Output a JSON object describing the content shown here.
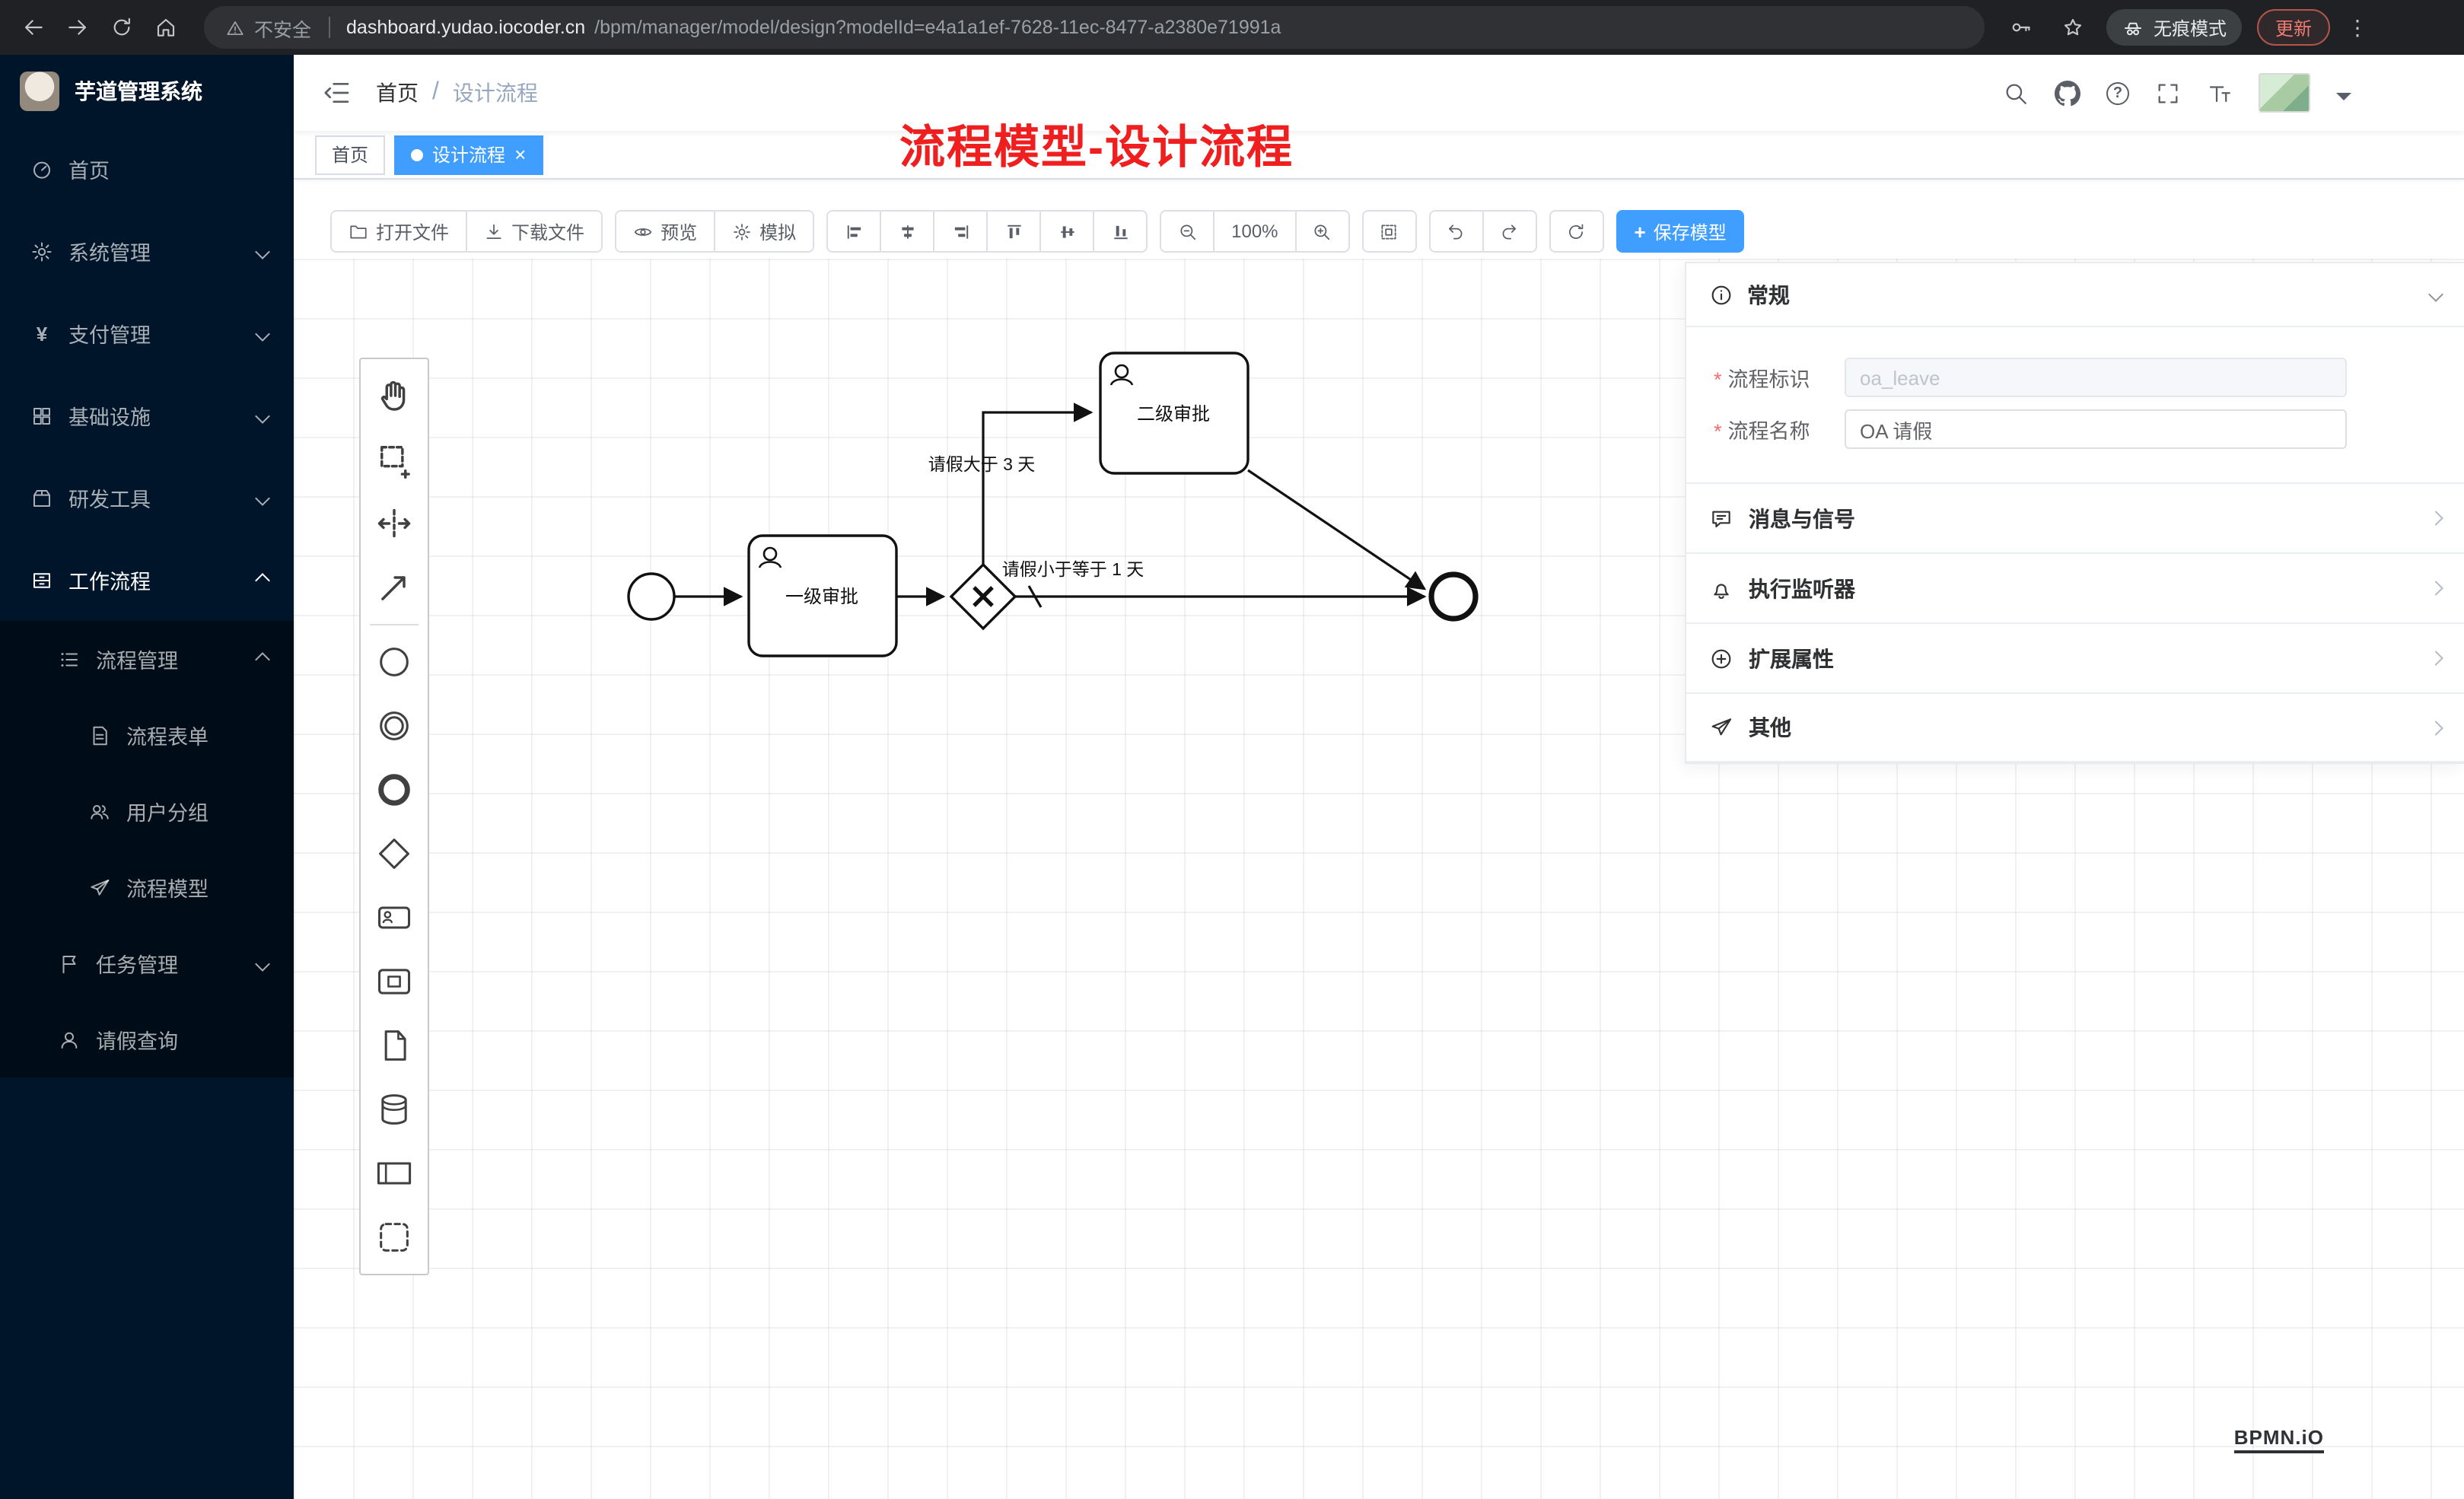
{
  "colors": {
    "accent": "#409eff",
    "annotation_red": "#f01f1f",
    "sidebar_bg": "#001529",
    "submenu_bg": "#000c17"
  },
  "browser": {
    "security_label": "不安全",
    "url_host": "dashboard.yudao.iocoder.cn",
    "url_path": "/bpm/manager/model/design?modelId=e4a1a1ef-7628-11ec-8477-a2380e71991a",
    "incognito_label": "无痕模式",
    "update_label": "更新"
  },
  "sidebar": {
    "app_title": "芋道管理系统",
    "items": [
      {
        "label": "首页"
      },
      {
        "label": "系统管理"
      },
      {
        "label": "支付管理"
      },
      {
        "label": "基础设施"
      },
      {
        "label": "研发工具"
      },
      {
        "label": "工作流程"
      },
      {
        "label": "流程管理"
      },
      {
        "label": "流程表单"
      },
      {
        "label": "用户分组"
      },
      {
        "label": "流程模型"
      },
      {
        "label": "任务管理"
      },
      {
        "label": "请假查询"
      }
    ]
  },
  "header": {
    "breadcrumb": [
      "首页",
      "设计流程"
    ],
    "annotation": "流程模型-设计流程"
  },
  "tabs": [
    {
      "label": "首页"
    },
    {
      "label": "设计流程"
    }
  ],
  "toolbar": {
    "open": "打开文件",
    "download": "下载文件",
    "preview": "预览",
    "simulate": "模拟",
    "zoom_level": "100%",
    "save": "保存模型"
  },
  "diagram": {
    "task_level1": "一级审批",
    "task_level2": "二级审批",
    "condition_gt3": "请假大于 3 天",
    "condition_le1": "请假小于等于 1 天"
  },
  "panel": {
    "general_title": "常规",
    "process_key_label": "流程标识",
    "process_key_value": "oa_leave",
    "process_name_label": "流程名称",
    "process_name_value": "OA 请假",
    "sections": [
      {
        "label": "消息与信号"
      },
      {
        "label": "执行监听器"
      },
      {
        "label": "扩展属性"
      },
      {
        "label": "其他"
      }
    ]
  },
  "watermark": "BPMN.iO"
}
